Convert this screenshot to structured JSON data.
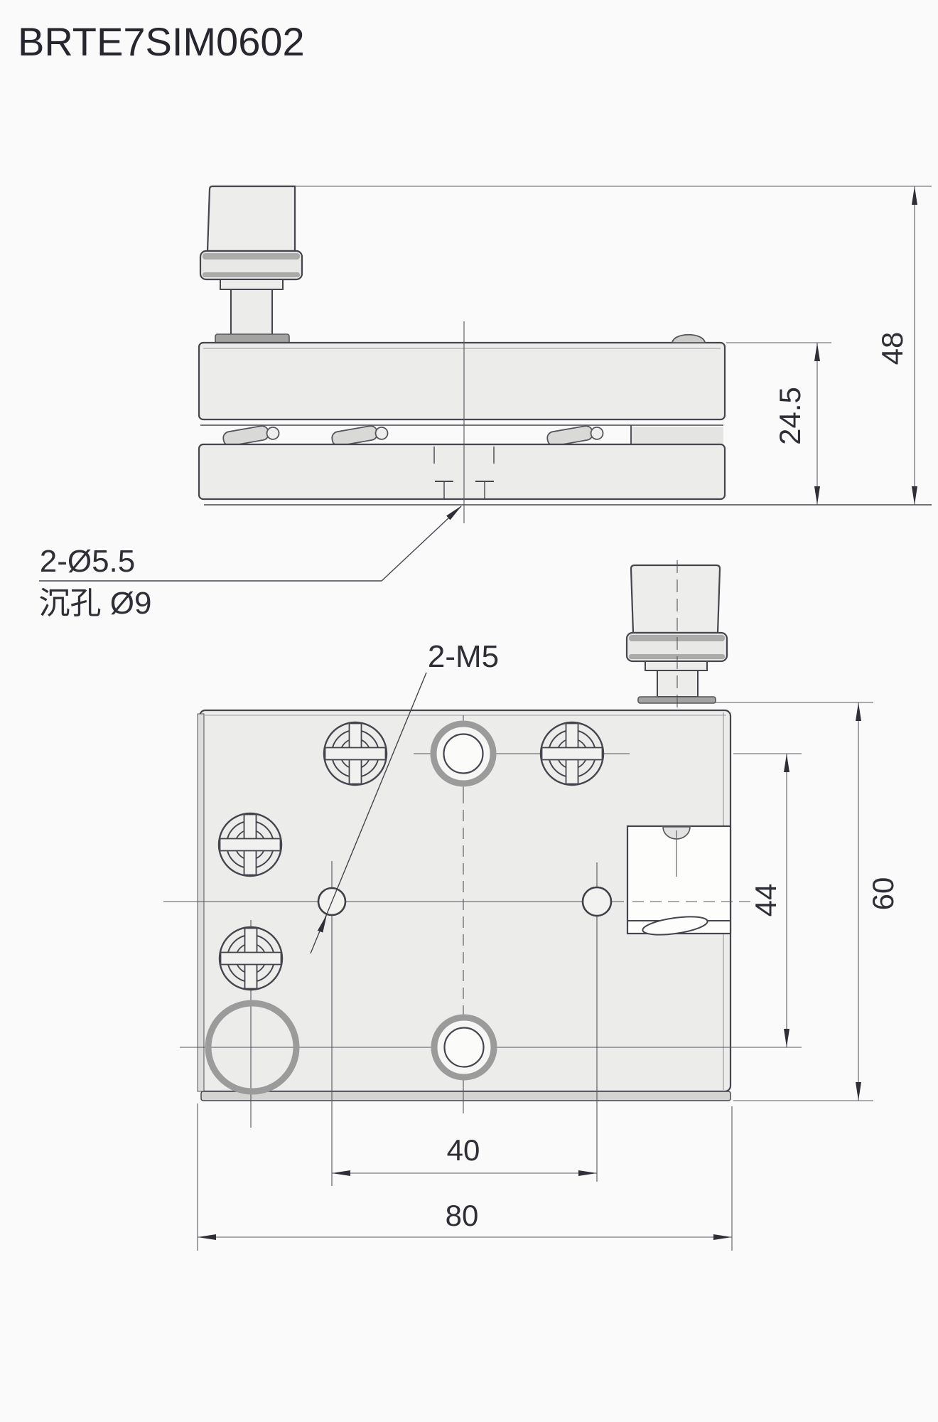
{
  "title": "BRTE7SIM0602",
  "colors": {
    "line": "#45454e",
    "thin_line": "#5a5a63",
    "plate_fill": "#ececeb",
    "counterbore_ring": "#9b9b9b",
    "text": "#2e2e36",
    "background": "#fafafa"
  },
  "side_view": {
    "dims": {
      "upper_height": "24.5",
      "total_height": "48"
    },
    "counterbore_callout": {
      "line1": "2-Ø5.5",
      "line2": "沉孔 Ø9"
    }
  },
  "plan_view": {
    "tapped_hole_callout": "2-M5",
    "dims": {
      "hole_pitch_vertical": "44",
      "plate_depth": "60",
      "hole_pitch_horizontal": "40",
      "plate_width": "80"
    }
  }
}
